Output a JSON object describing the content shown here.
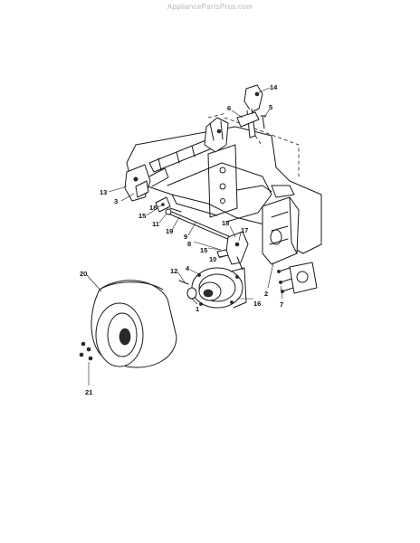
{
  "watermark": "AppliancePartsPros.com",
  "callouts": [
    {
      "label": "14"
    },
    {
      "label": "6"
    },
    {
      "label": "5"
    },
    {
      "label": "13"
    },
    {
      "label": "3"
    },
    {
      "label": "18"
    },
    {
      "label": "15"
    },
    {
      "label": "11"
    },
    {
      "label": "19"
    },
    {
      "label": "9"
    },
    {
      "label": "18"
    },
    {
      "label": "17"
    },
    {
      "label": "8"
    },
    {
      "label": "15"
    },
    {
      "label": "10"
    },
    {
      "label": "20"
    },
    {
      "label": "12"
    },
    {
      "label": "4"
    },
    {
      "label": "2"
    },
    {
      "label": "7"
    },
    {
      "label": "1"
    },
    {
      "label": "16"
    },
    {
      "label": "21"
    }
  ]
}
